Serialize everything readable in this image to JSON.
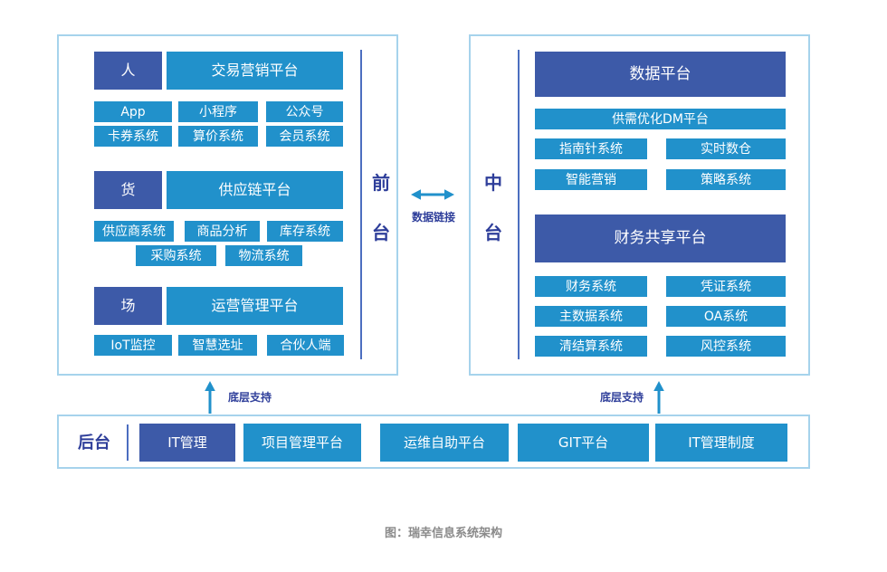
{
  "colors": {
    "dark_block": "#3d5aa8",
    "light_block": "#2191cb",
    "platform_label_text": "#2e3e9a",
    "separator_line": "#4c6ec0",
    "panel_border": "#a6d3ec",
    "arrow": "#2191cb",
    "caption_text": "#8a8a8a"
  },
  "front_panel": {
    "label": "前台",
    "sections": [
      {
        "tag": "人",
        "platform": "交易营销平台",
        "rows": [
          [
            "App",
            "小程序",
            "公众号"
          ],
          [
            "卡券系统",
            "算价系统",
            "会员系统"
          ]
        ]
      },
      {
        "tag": "货",
        "platform": "供应链平台",
        "rows": [
          [
            "供应商系统",
            "商品分析",
            "库存系统"
          ],
          [
            "采购系统",
            "物流系统"
          ]
        ]
      },
      {
        "tag": "场",
        "platform": "运营管理平台",
        "rows": [
          [
            "IoT监控",
            "智慧选址",
            "合伙人端"
          ]
        ]
      }
    ]
  },
  "middle_panel": {
    "label": "中台",
    "sections": [
      {
        "platform": "数据平台",
        "wide_item": "供需优化DM平台",
        "rows": [
          [
            "指南针系统",
            "实时数仓"
          ],
          [
            "智能营销",
            "策略系统"
          ]
        ]
      },
      {
        "platform": "财务共享平台",
        "rows": [
          [
            "财务系统",
            "凭证系统"
          ],
          [
            "主数据系统",
            "OA系统"
          ],
          [
            "清结算系统",
            "风控系统"
          ]
        ]
      }
    ]
  },
  "back_panel": {
    "label": "后台",
    "primary_item": "IT管理",
    "items": [
      "项目管理平台",
      "运维自助平台",
      "GIT平台",
      "IT管理制度"
    ]
  },
  "connectors": {
    "data_link_label": "数据链接",
    "support_left_label": "底层支持",
    "support_right_label": "底层支持"
  },
  "caption": "图：瑞幸信息系统架构"
}
